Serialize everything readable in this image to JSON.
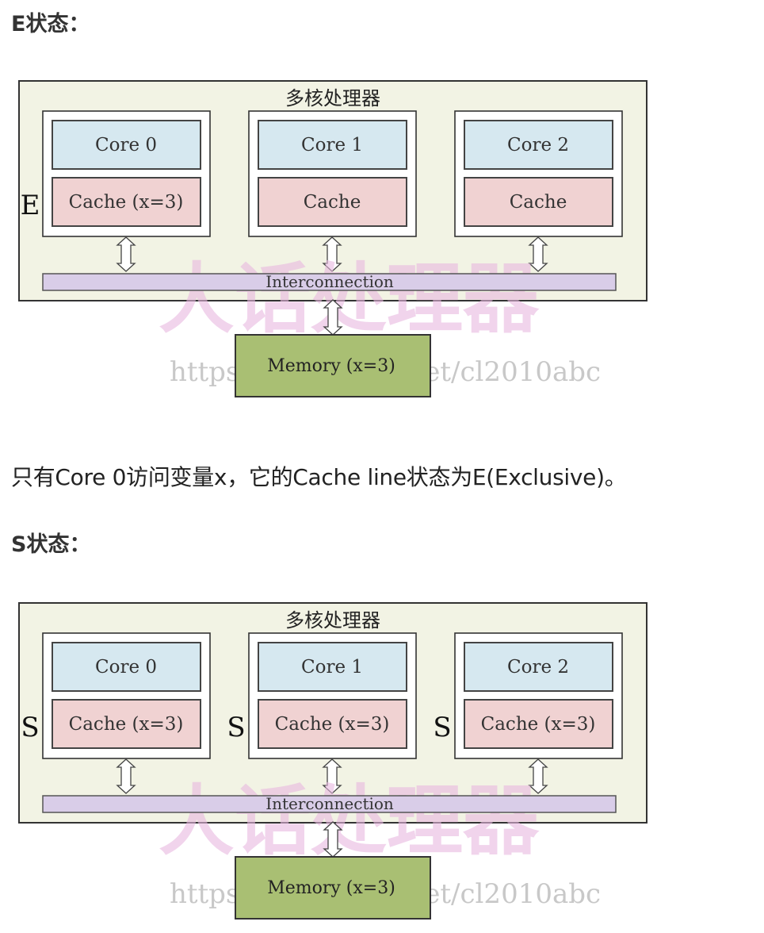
{
  "sections": [
    {
      "heading": "E状态：",
      "diagram": {
        "title": "多核处理器",
        "cores": [
          {
            "core_label": "Core 0",
            "cache_label": "Cache (x=3)",
            "state": "E"
          },
          {
            "core_label": "Core 1",
            "cache_label": "Cache",
            "state": ""
          },
          {
            "core_label": "Core 2",
            "cache_label": "Cache",
            "state": ""
          }
        ],
        "bus_label": "Interconnection",
        "memory_label": "Memory (x=3)",
        "watermark": "大话处理器",
        "watermark_url": "https://blog.csdn.net/cl2010abc"
      },
      "caption": "只有Core 0访问变量x，它的Cache line状态为E(Exclusive)。"
    },
    {
      "heading": "S状态：",
      "diagram": {
        "title": "多核处理器",
        "cores": [
          {
            "core_label": "Core 0",
            "cache_label": "Cache (x=3)",
            "state": "S"
          },
          {
            "core_label": "Core 1",
            "cache_label": "Cache (x=3)",
            "state": "S"
          },
          {
            "core_label": "Core 2",
            "cache_label": "Cache (x=3)",
            "state": "S"
          }
        ],
        "bus_label": "Interconnection",
        "memory_label": "Memory (x=3)",
        "watermark": "大话处理器",
        "watermark_url": "https://blog.csdn.net/cl2010abc"
      }
    }
  ],
  "colors": {
    "outer_box": "#f2f3e4",
    "core_fill": "#d6e8f0",
    "cache_fill": "#f0d2d2",
    "bus_fill": "#d9cde8",
    "memory_fill": "#a9bf73",
    "watermark": "#e8b8e0",
    "watermark_url": "#c8c8c8"
  }
}
